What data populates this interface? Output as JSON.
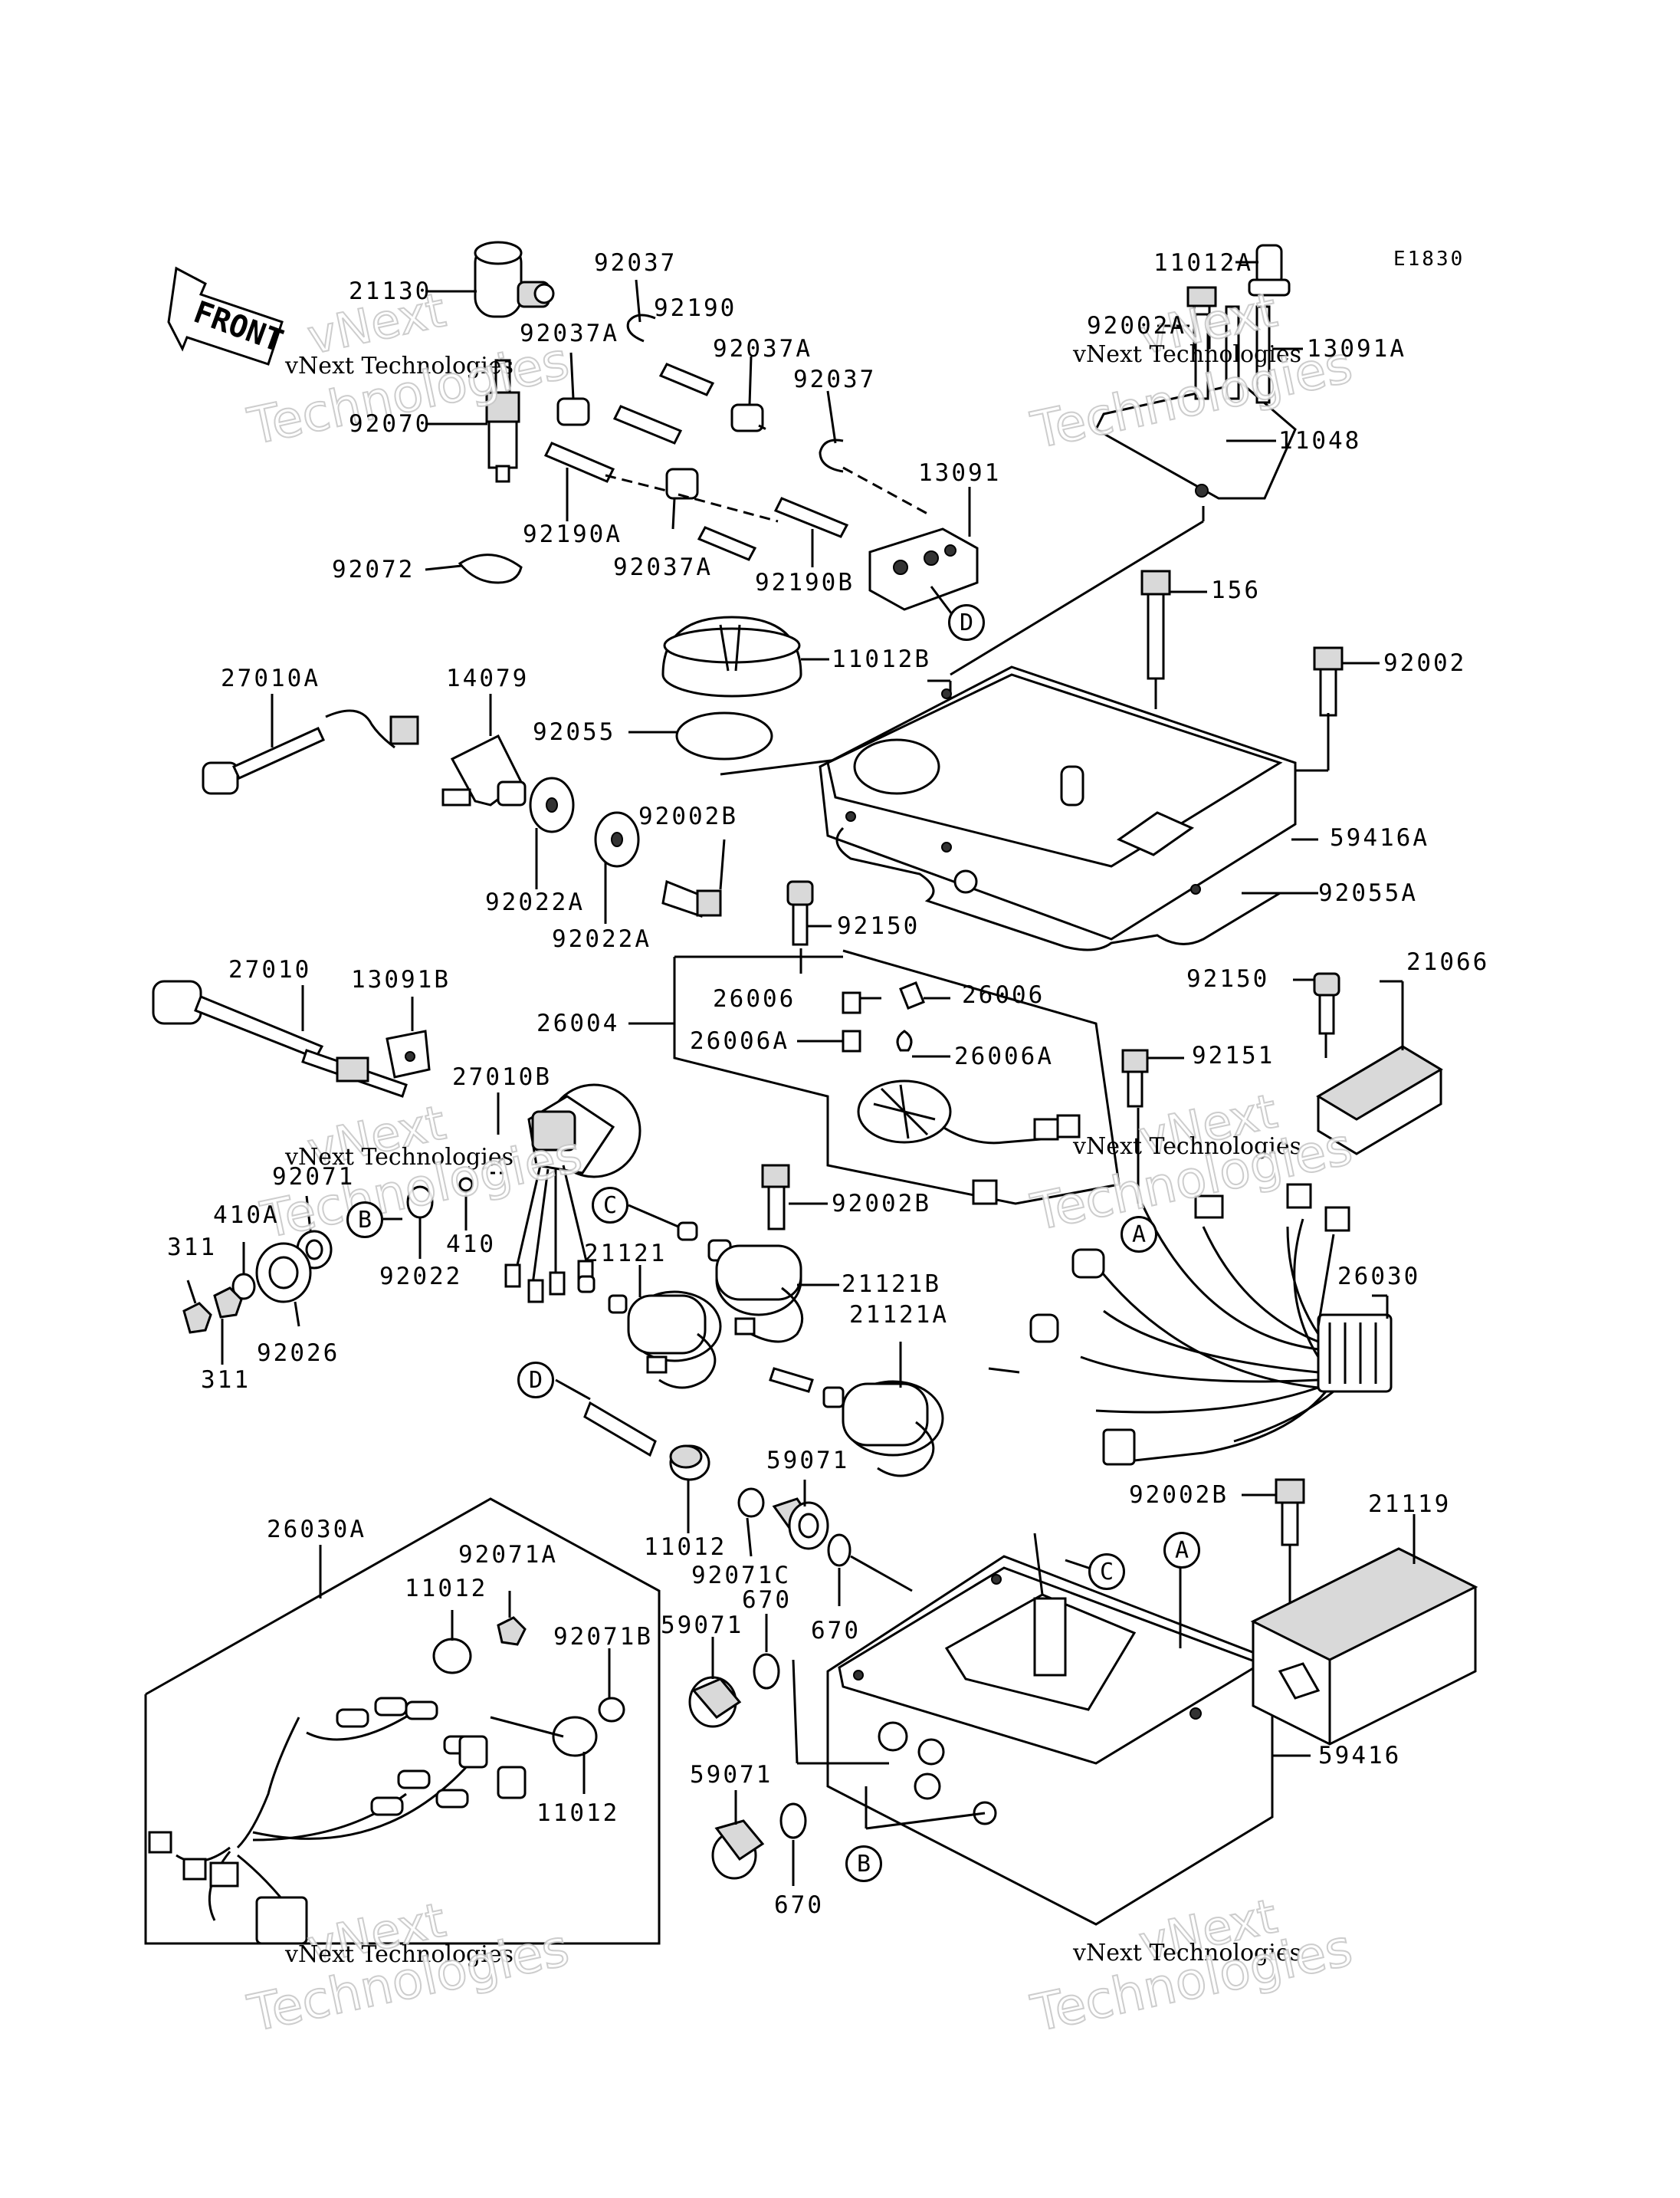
{
  "diagram_code": "E1830",
  "front_label": "FRONT",
  "watermark": {
    "line1": "vNext",
    "line2": "vNext Technologies",
    "line3": "Technologies"
  },
  "part_labels": {
    "p21130": "21130",
    "p92037_a": "92037",
    "p92190": "92190",
    "p92037A_a": "92037A",
    "p92037A_b": "92037A",
    "p92037_b": "92037",
    "p92070": "92070",
    "p13091": "13091",
    "p92190A": "92190A",
    "p92037A_c": "92037A",
    "p92190B": "92190B",
    "p92072": "92072",
    "p11012A": "11012A",
    "p92002A": "92002A",
    "p13091A": "13091A",
    "p11048": "11048",
    "p156": "156",
    "p11012B": "11012B",
    "p92002_a": "92002",
    "p27010A": "27010A",
    "p14079": "14079",
    "p92055": "92055",
    "p92002B_a": "92002B",
    "p59416A": "59416A",
    "p92022A_a": "92022A",
    "p92022A_b": "92022A",
    "p92055A": "92055A",
    "p92150_a": "92150",
    "p27010": "27010",
    "p13091B": "13091B",
    "p26006_a": "26006",
    "p26006_b": "26006",
    "p26004": "26004",
    "p92150_b": "92150",
    "p21066": "21066",
    "p26006A_a": "26006A",
    "p26006A_b": "26006A",
    "p27010B": "27010B",
    "p92151": "92151",
    "p92071": "92071",
    "p410A": "410A",
    "p311_a": "311",
    "p311_b": "311",
    "p92022": "92022",
    "p410": "410",
    "p92026": "92026",
    "p92002B_b": "92002B",
    "p21121": "21121",
    "p21121B": "21121B",
    "p21121A": "21121A",
    "p26030": "26030",
    "p59071_a": "59071",
    "p92002B_c": "92002B",
    "p21119": "21119",
    "p11012_a": "11012",
    "p92071C": "92071C",
    "p26030A": "26030A",
    "p92071A": "92071A",
    "p11012_b": "11012",
    "p670_a": "670",
    "p670_b": "670",
    "p59071_b": "59071",
    "p92071B": "92071B",
    "p11012_c": "11012",
    "p59416": "59416",
    "p59071_c": "59071",
    "p670_c": "670"
  },
  "reference_markers": {
    "D_top": "D",
    "A_harness": "A",
    "B_left": "B",
    "C_left": "C",
    "D_mid": "D",
    "C_case": "C",
    "A_case": "A",
    "B_case": "B"
  }
}
